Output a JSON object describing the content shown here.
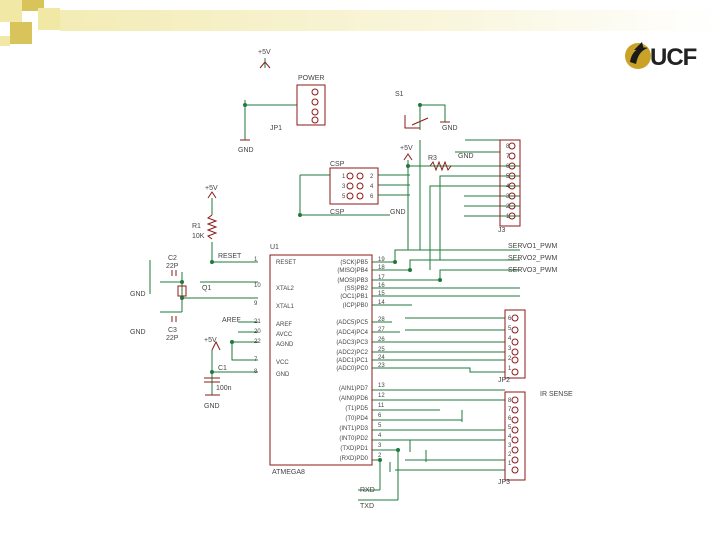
{
  "colors": {
    "title_bar": "#f3ecb5",
    "square_light": "#f1e8a6",
    "square_dark": "#d8c45a",
    "wire": "#1e7a3a",
    "part": "#8c1a1a",
    "label": "#444444"
  },
  "logo": {
    "text": "UCF",
    "icon": "pegasus-icon"
  },
  "labels": {
    "u1": "U1",
    "mcu": "ATMEGA8",
    "pwr_top": "+5V",
    "pwr": "POWER",
    "jp1": "JP1",
    "gnd_a": "GND",
    "s1": "S1",
    "gnd_b": "GND",
    "gnd_c": "GND",
    "csp_t": "CSP",
    "csp_b": "CSP",
    "plus5v_c": "+5V",
    "r3": "R3",
    "j3": "J3",
    "plus5v_d": "+5V",
    "rp": "R1",
    "rv": "10K",
    "reset": "RESET",
    "c2": "C2",
    "c2v": "22P",
    "q1": "Q1",
    "gnd_d": "GND",
    "c3": "C3",
    "c3v": "22P",
    "gnd_e": "GND",
    "aref": "AREF",
    "plus5v_e": "+5V",
    "c1": "C1",
    "c1v": "100n",
    "gnd_f": "GND",
    "jp2": "JP2",
    "jp3": "JP3",
    "ir_sense": "IR SENSE",
    "rxd": "RXD",
    "txd": "TXD",
    "net1": "SERVO1_PWM",
    "net2": "SERVO2_PWM",
    "net3": "SERVO3_PWM"
  },
  "left_pins": [
    {
      "name": "RESET",
      "num": "1"
    },
    {
      "name": "XTAL2",
      "num": "10"
    },
    {
      "name": "XTAL1",
      "num": "9"
    },
    {
      "name": "AREF",
      "num": "21"
    },
    {
      "name": "AVCC",
      "num": "20"
    },
    {
      "name": "AGND",
      "num": "22"
    },
    {
      "name": "VCC",
      "num": "7"
    },
    {
      "name": "GND",
      "num": "8"
    }
  ],
  "right_pins": [
    {
      "name": "(SCK)PB5",
      "num": "19"
    },
    {
      "name": "(MISO)PB4",
      "num": "18"
    },
    {
      "name": "(MOSI)PB3",
      "num": "17"
    },
    {
      "name": "(SS)PB2",
      "num": "16"
    },
    {
      "name": "(OC1)PB1",
      "num": "15"
    },
    {
      "name": "(ICP)PB0",
      "num": "14"
    },
    {
      "name": "(ADC5)PC5",
      "num": "28"
    },
    {
      "name": "(ADC4)PC4",
      "num": "27"
    },
    {
      "name": "(ADC3)PC3",
      "num": "26"
    },
    {
      "name": "(ADC2)PC2",
      "num": "25"
    },
    {
      "name": "(ADC1)PC1",
      "num": "24"
    },
    {
      "name": "(ADC0)PC0",
      "num": "23"
    },
    {
      "name": "(AIN1)PD7",
      "num": "13"
    },
    {
      "name": "(AIN0)PD6",
      "num": "12"
    },
    {
      "name": "(T1)PD5",
      "num": "11"
    },
    {
      "name": "(T0)PD4",
      "num": "6"
    },
    {
      "name": "(INT1)PD3",
      "num": "5"
    },
    {
      "name": "(INT0)PD2",
      "num": "4"
    },
    {
      "name": "(TXD)PD1",
      "num": "3"
    },
    {
      "name": "(RXD)PD0",
      "num": "2"
    }
  ],
  "j3_pins": [
    "8",
    "7",
    "6",
    "5",
    "4",
    "3",
    "2",
    "1"
  ],
  "jp2_pins": [
    "6",
    "5",
    "4",
    "3",
    "2",
    "1"
  ],
  "jp3_pins": [
    "8",
    "7",
    "6",
    "5",
    "4",
    "3",
    "2",
    "1"
  ],
  "csp_pins": [
    "1",
    "2",
    "3",
    "4",
    "5",
    "6"
  ]
}
